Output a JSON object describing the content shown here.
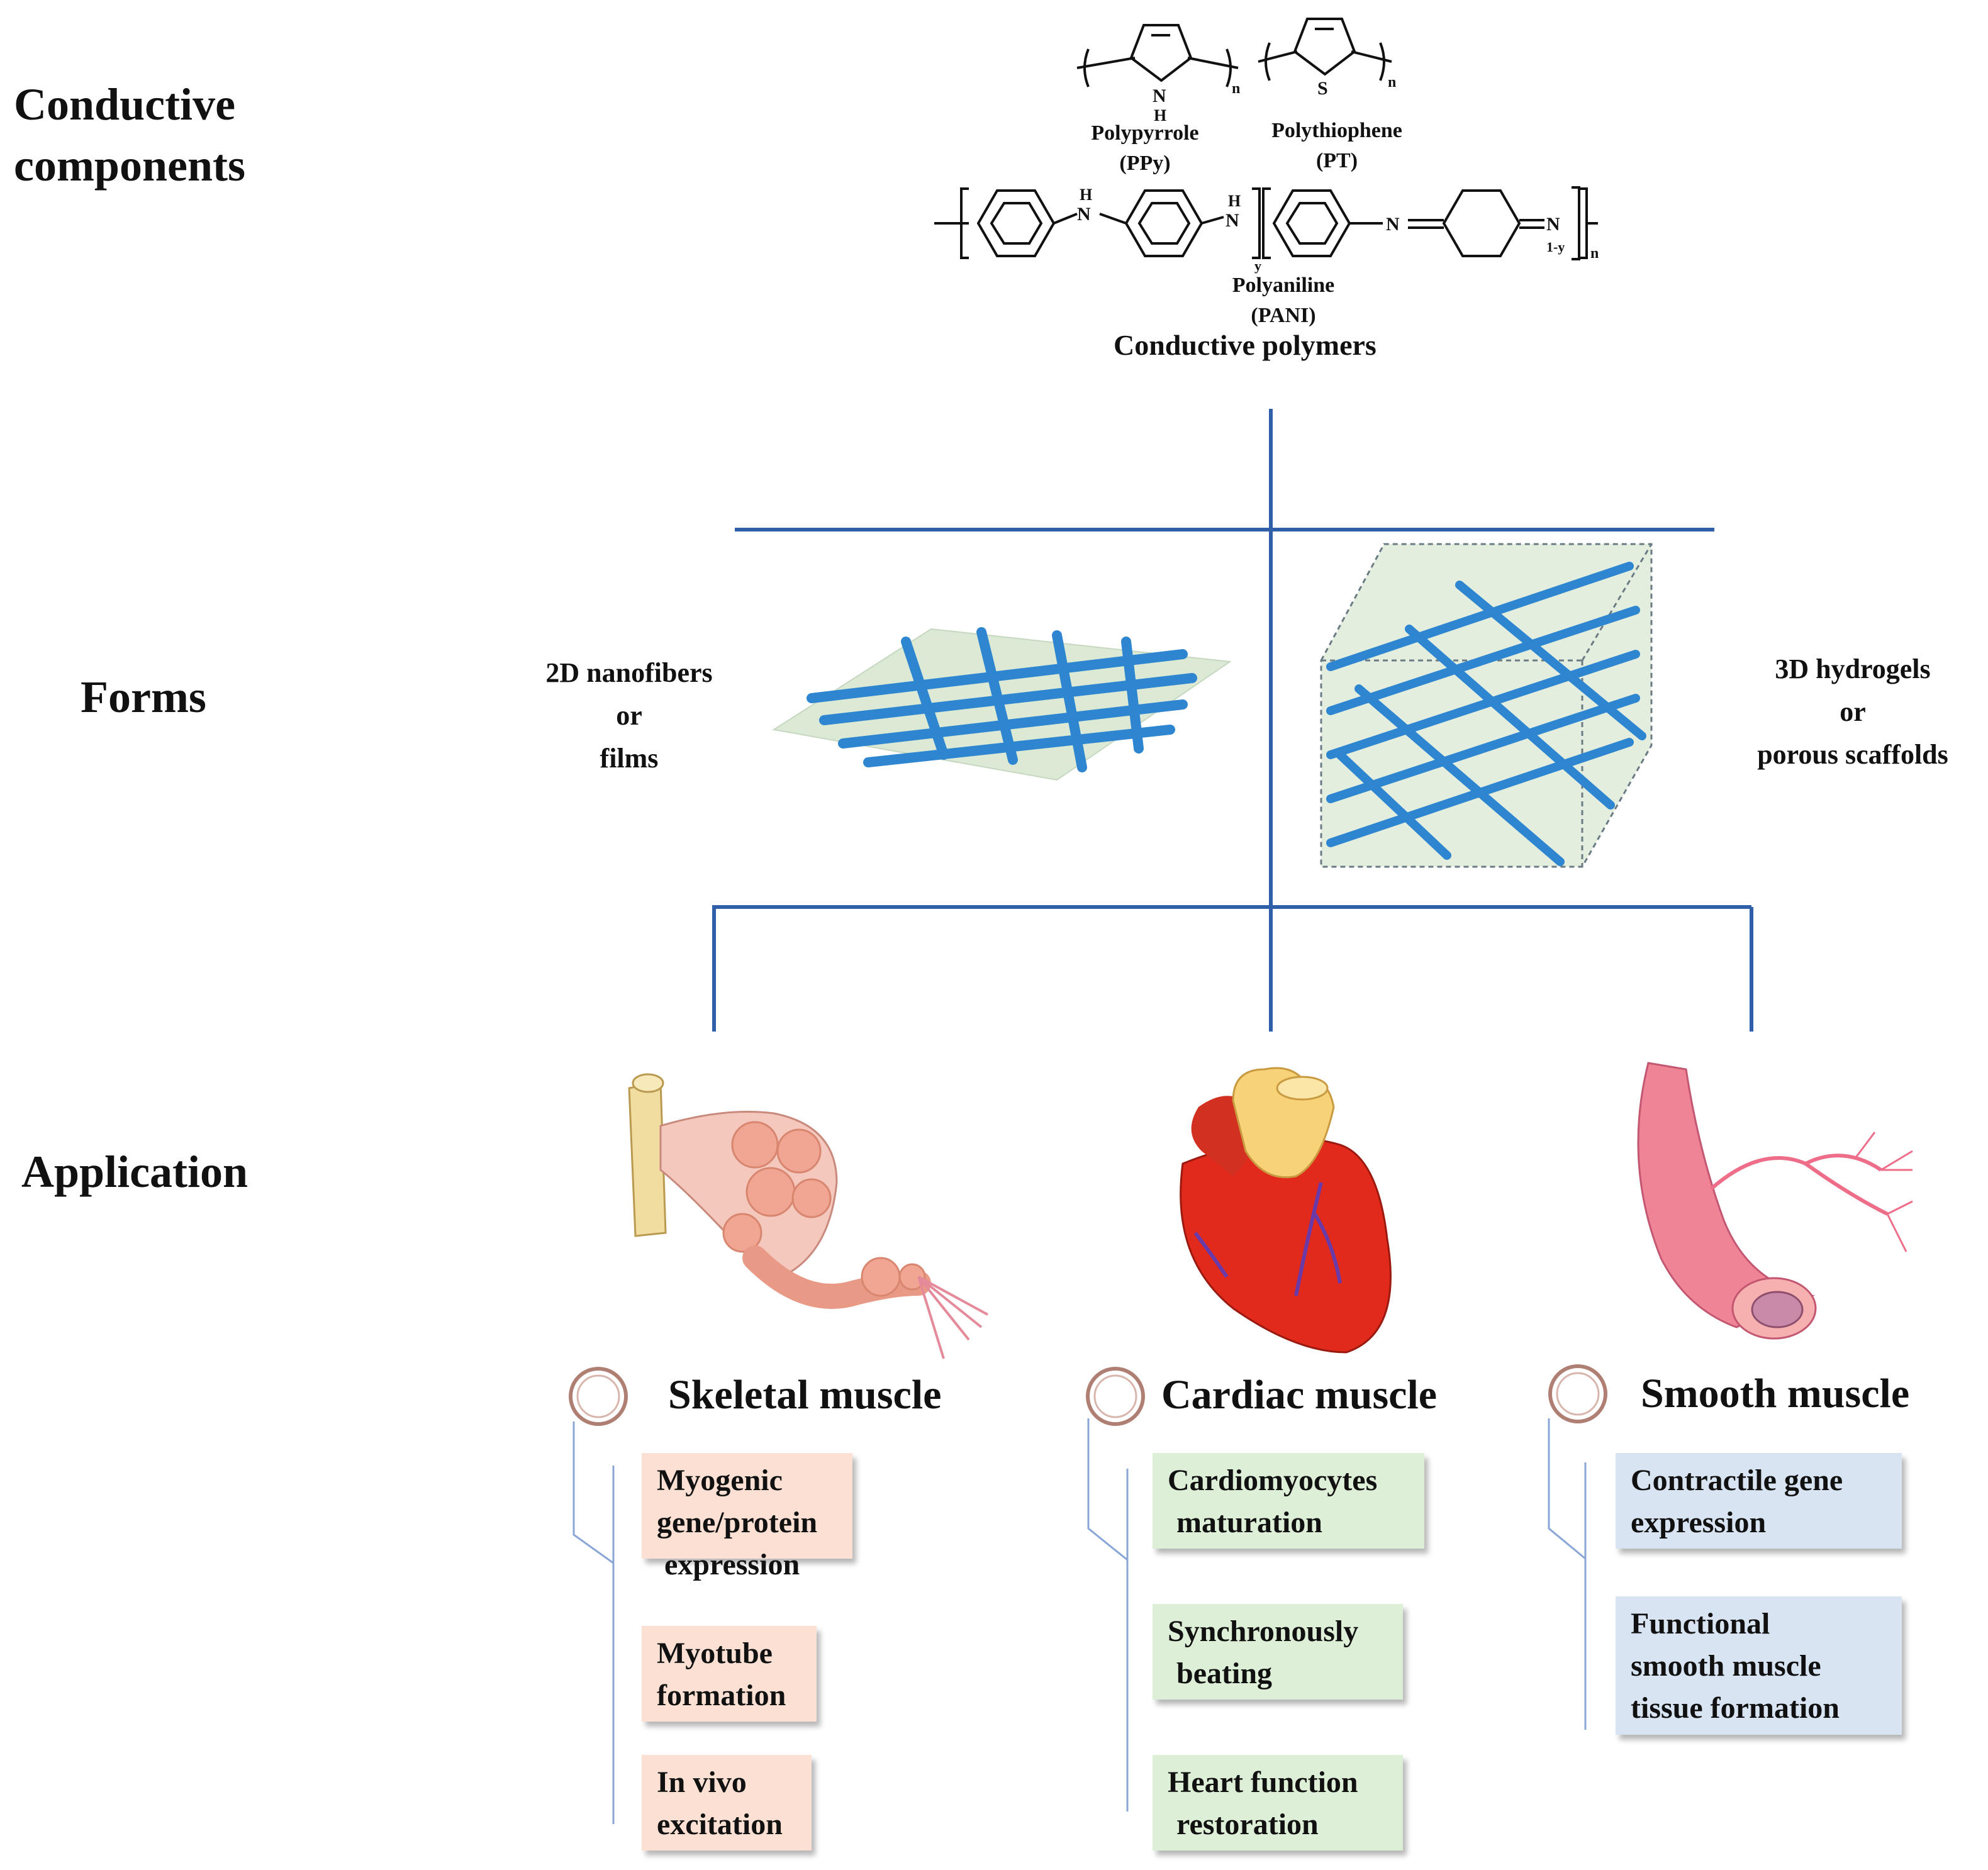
{
  "rows": {
    "conductive": "Conductive components",
    "conductive_line1": "Conductive",
    "conductive_line2": "components",
    "forms": "Forms",
    "application": "Application"
  },
  "polymers": {
    "ppy_name": "Polypyrrole",
    "ppy_abbr": "(PPy)",
    "pt_name": "Polythiophene",
    "pt_abbr": "(PT)",
    "pani_name": "Polyaniline",
    "pani_abbr": "(PANI)",
    "group_title": "Conductive polymers",
    "atom_n": "N",
    "atom_h": "H",
    "atom_s": "S",
    "sub_n": "n",
    "sub_y": "y",
    "sub_1y": "1-y"
  },
  "forms": {
    "left_line1": "2D nanofibers",
    "left_line2": "or",
    "left_line3": "films",
    "right_line1": "3D hydrogels",
    "right_line2": "or",
    "right_line3": "porous scaffolds"
  },
  "applications": [
    {
      "title": "Skeletal muscle",
      "items": [
        [
          "Myogenic",
          "gene/protein",
          "expression"
        ],
        [
          "Myotube",
          "formation"
        ],
        [
          "In vivo",
          "excitation"
        ]
      ]
    },
    {
      "title": "Cardiac muscle",
      "items": [
        [
          "Cardiomyocytes",
          "maturation"
        ],
        [
          "Synchronously",
          "beating"
        ],
        [
          "Heart function",
          "restoration"
        ]
      ]
    },
    {
      "title": "Smooth muscle",
      "items": [
        [
          "Contractile gene",
          "expression"
        ],
        [
          "Functional",
          "smooth muscle",
          "tissue formation"
        ]
      ]
    }
  ],
  "colors": {
    "connector": "#2f5fa8",
    "fiber": "#2f86d0",
    "film": "#dbe9d5",
    "skeletal_box": "#fbe0d3",
    "cardiac_box": "#deefd7",
    "smooth_box": "#d9e4f2",
    "ring": "#b07f74"
  },
  "icons": [
    "pyrrole-ring-icon",
    "thiophene-ring-icon",
    "benzene-ring-icon",
    "nanofiber-film-icon",
    "hydrogel-cube-icon",
    "skeletal-muscle-icon",
    "heart-icon",
    "blood-vessel-icon",
    "ring-bullet-icon"
  ]
}
